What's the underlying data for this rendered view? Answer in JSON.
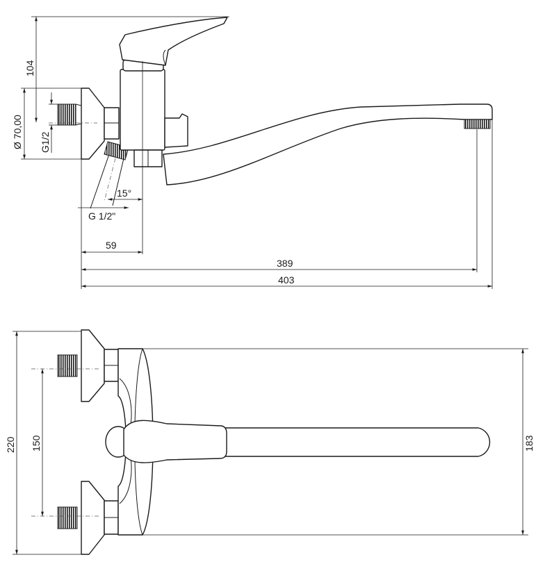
{
  "drawing": {
    "side_view": {
      "dims": {
        "height_to_axis": "104",
        "plate_diameter": "Ø 70,00",
        "inlet_thread": "G1/2",
        "angle": "15°",
        "outlet_thread": "G 1/2\"",
        "axis_to_handle": "59",
        "spout_reach": "389",
        "total_length": "403"
      }
    },
    "top_view": {
      "dims": {
        "total_width": "220",
        "inlet_spacing": "150",
        "body_width": "183"
      }
    }
  }
}
